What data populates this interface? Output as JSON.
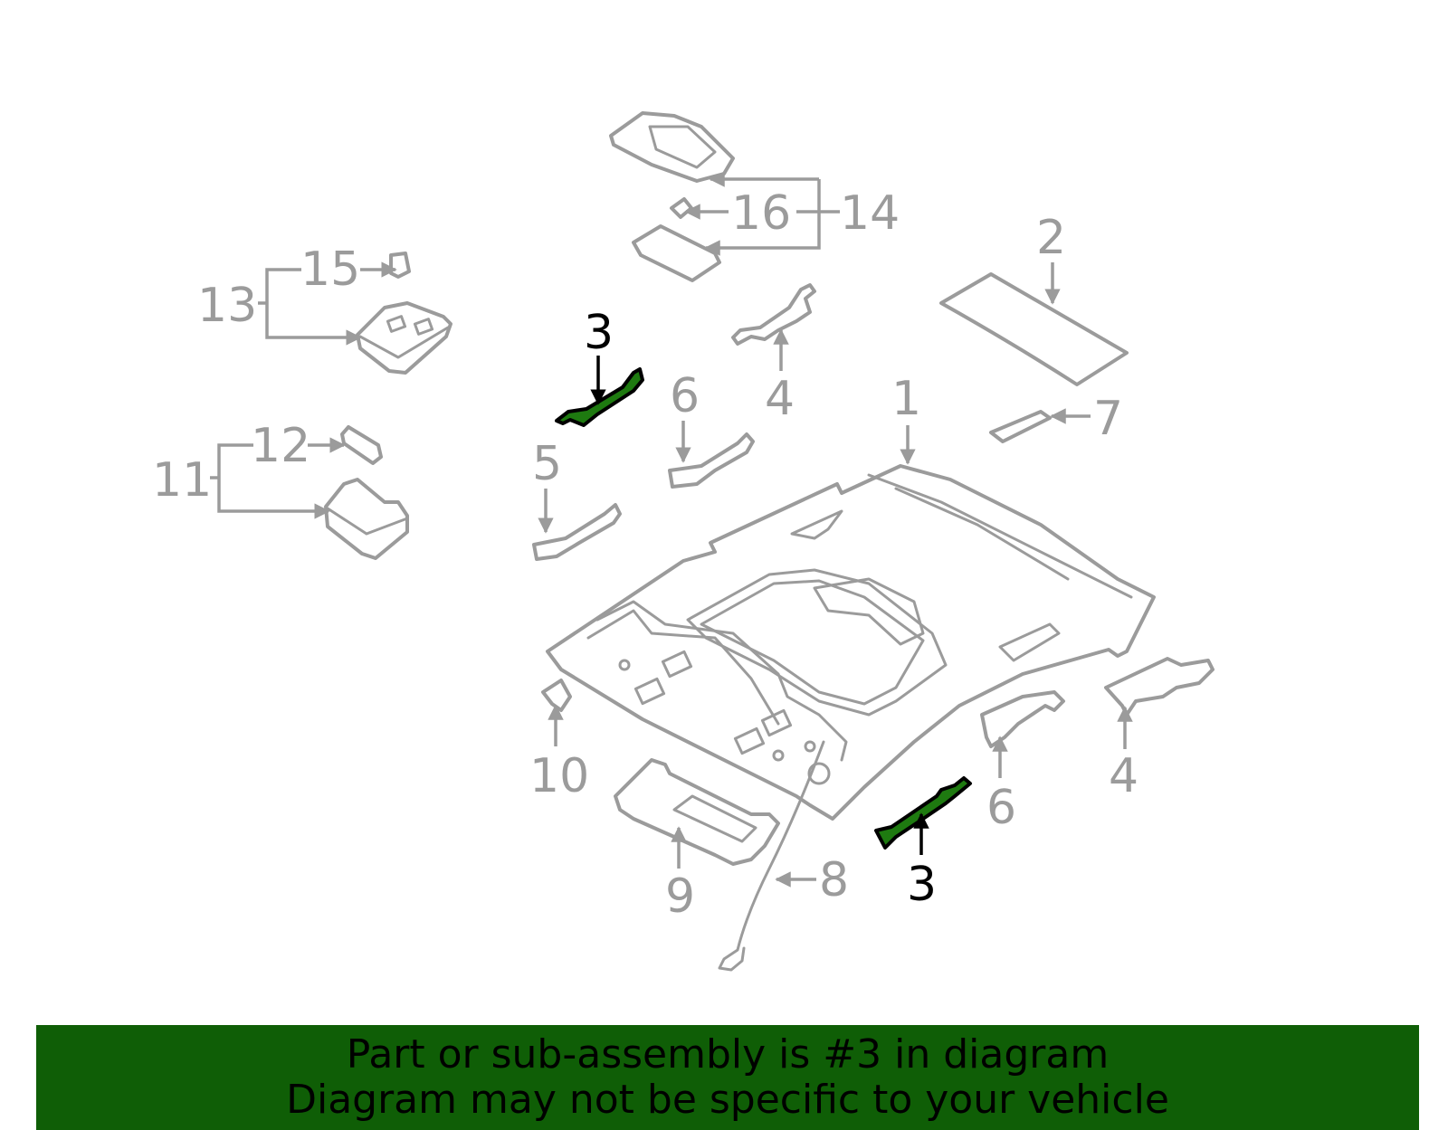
{
  "callouts": {
    "c1": "1",
    "c2": "2",
    "c3a": "3",
    "c3b": "3",
    "c4a": "4",
    "c4b": "4",
    "c5": "5",
    "c6a": "6",
    "c6b": "6",
    "c7": "7",
    "c8": "8",
    "c9": "9",
    "c10": "10",
    "c11": "11",
    "c12": "12",
    "c13": "13",
    "c14": "14",
    "c15": "15",
    "c16": "16"
  },
  "banner": {
    "line1": "Part or sub-assembly is #3 in diagram",
    "line2": "Diagram may not be specific to your vehicle"
  },
  "colors": {
    "highlight": "#1e7a10",
    "banner": "#0f5e06",
    "parts": "#9b9b9b"
  }
}
